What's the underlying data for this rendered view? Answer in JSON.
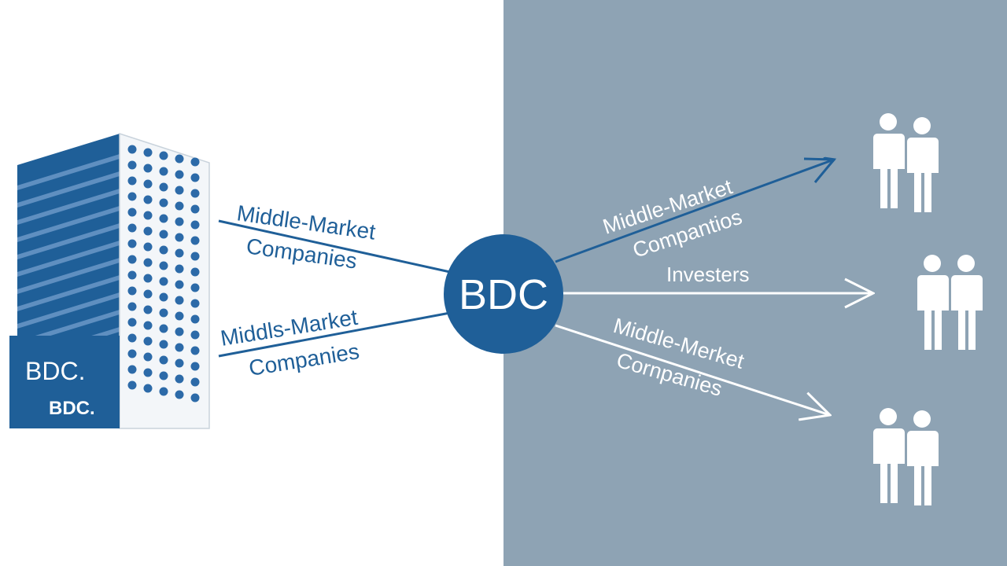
{
  "colors": {
    "brand_blue": "#1f5f98",
    "right_panel": "#8ea3b4",
    "icon_white": "#ffffff"
  },
  "building": {
    "badge_line1": "BDC.",
    "badge_line2": "BDC."
  },
  "hub": {
    "label": "BDC"
  },
  "left_labels": {
    "upper_line1": "Middle-Market",
    "upper_line2": "Companies",
    "lower_line1": "Middls-Market",
    "lower_line2": "Companies"
  },
  "right_labels": {
    "upper_line1": "Middle-Market",
    "upper_line2": "Compantios",
    "middle": "Investers",
    "lower_line1": "Middle-Merket",
    "lower_line2": "Cornpanies"
  },
  "icons": {
    "people": "people-pair-icon"
  }
}
